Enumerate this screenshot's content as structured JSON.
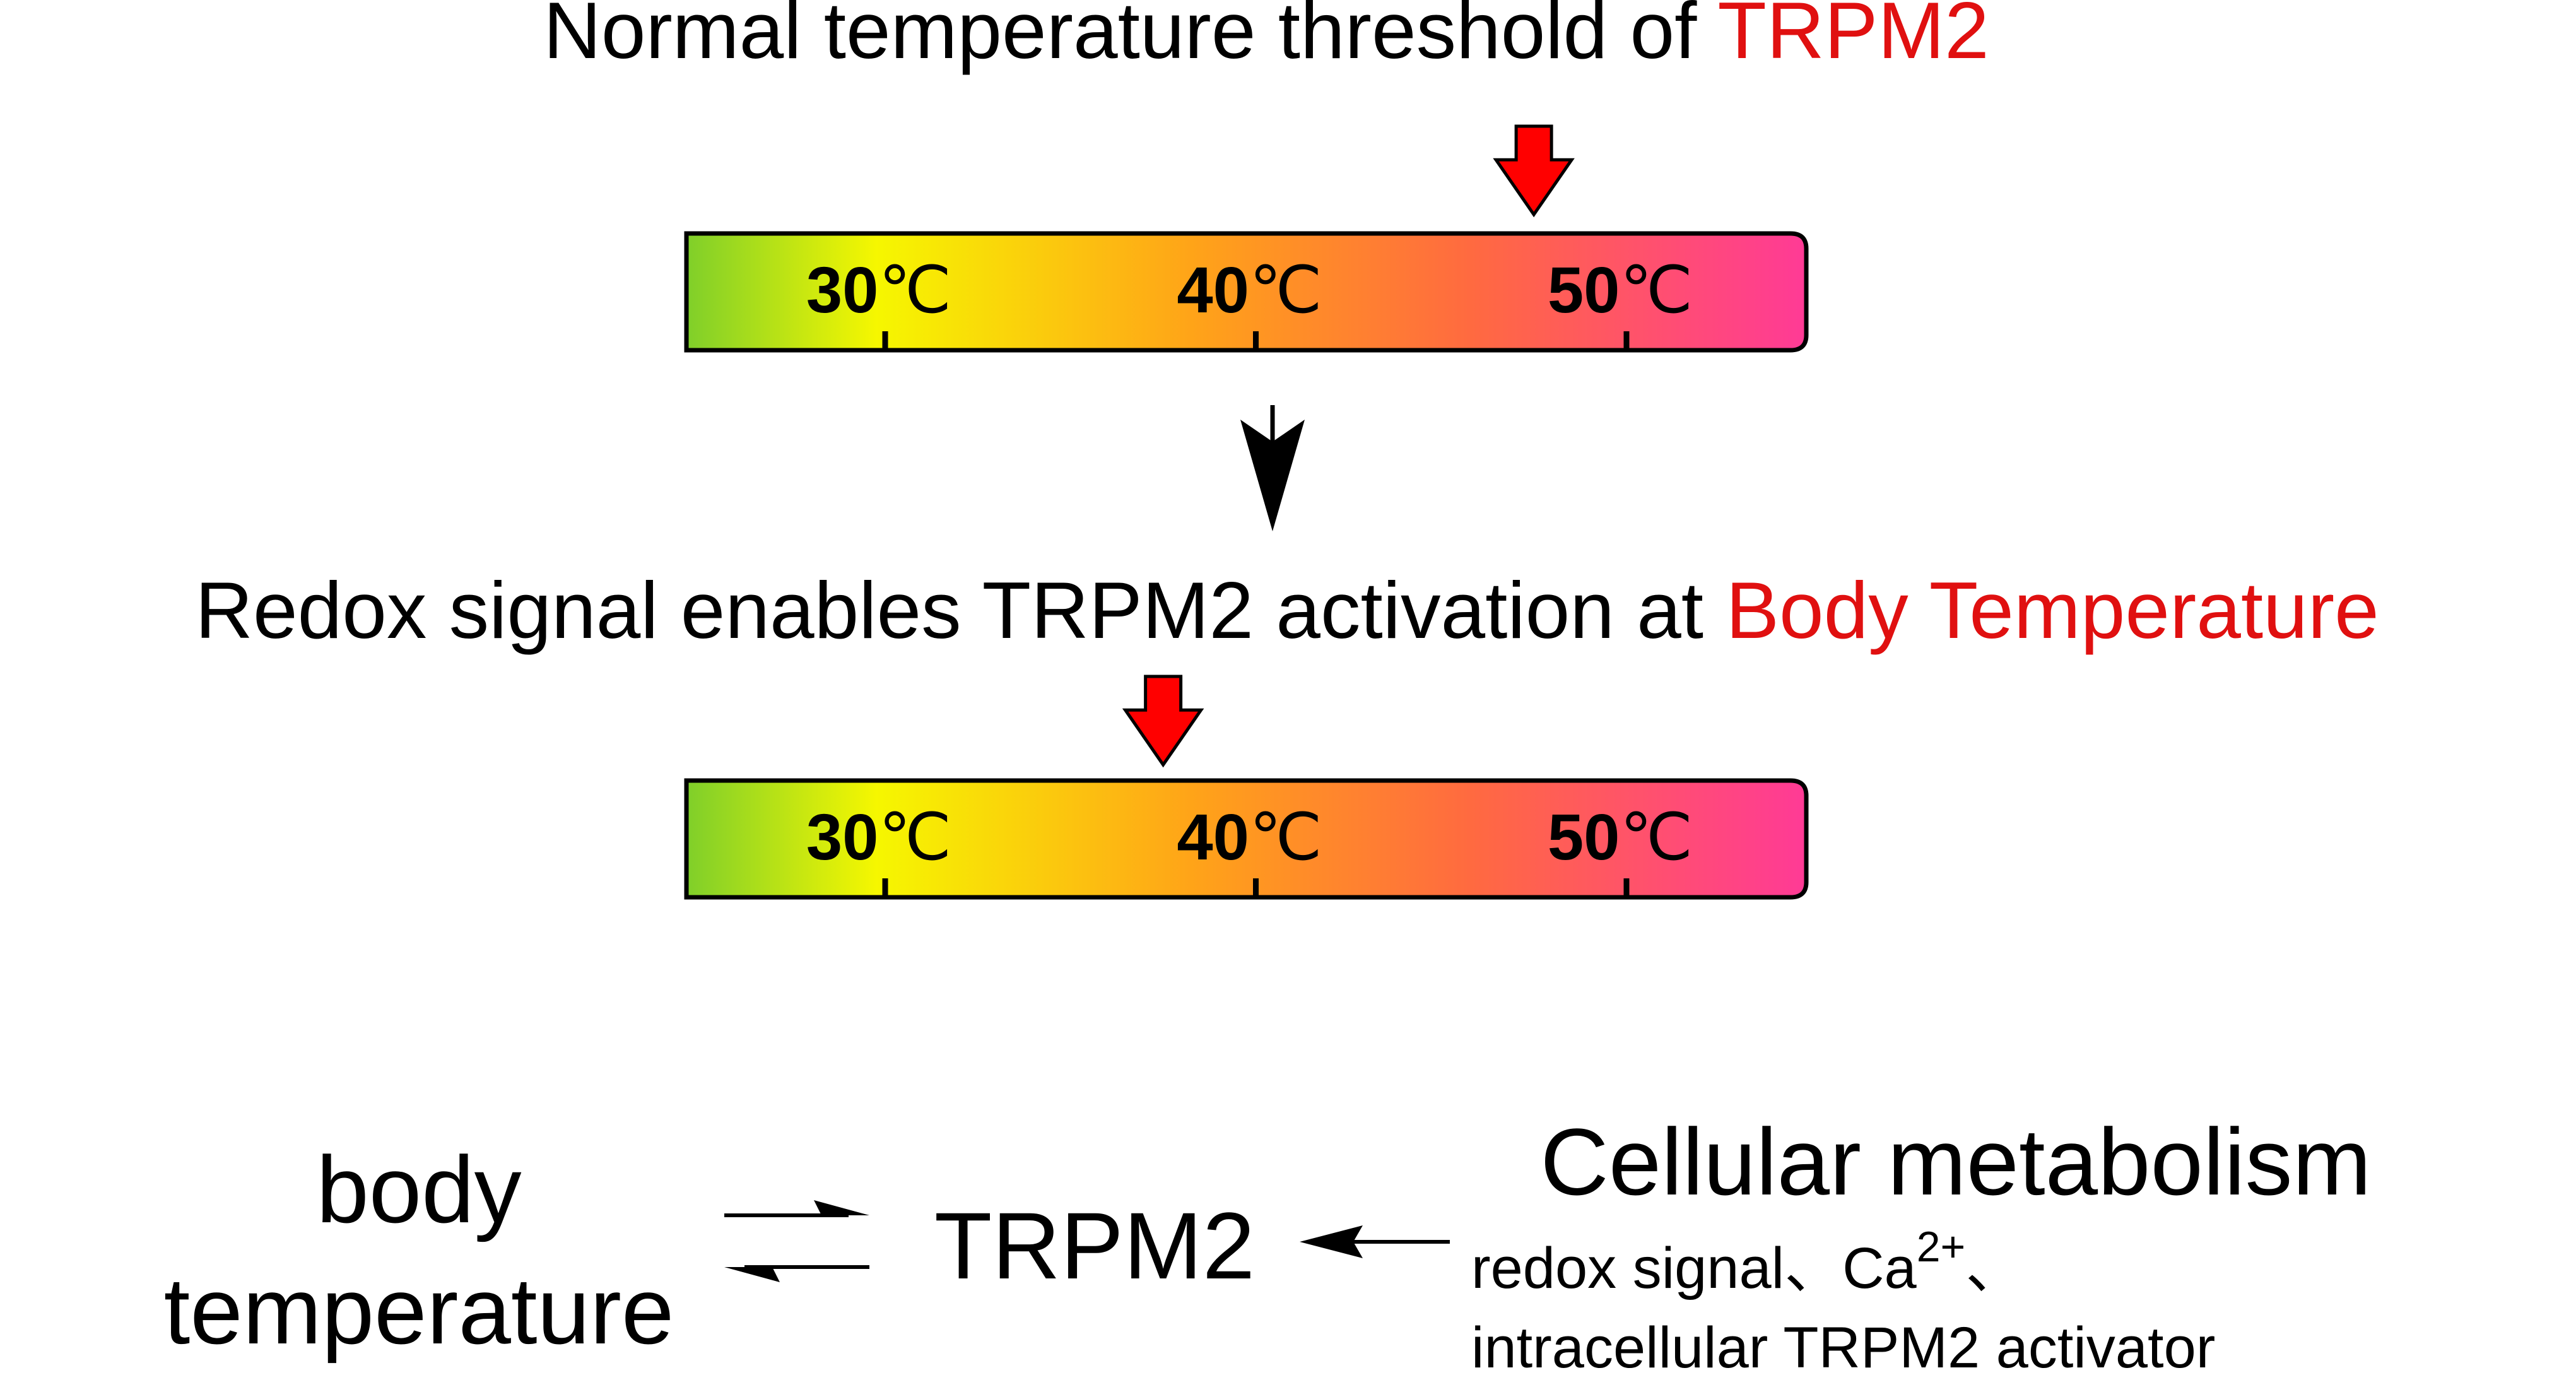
{
  "colors": {
    "highlight": "#e01010",
    "marker_fill": "#ff0000",
    "gradient": [
      "#7fcf2a",
      "#f6f700",
      "#ffa418",
      "#ff6a40",
      "#ff3a96"
    ]
  },
  "top": {
    "title_prefix": "Normal temperature threshold of ",
    "title_highlight": "TRPM2",
    "marker_temperature_c": 47.5
  },
  "bottom_scale": {
    "title_prefix": "Redox signal enables TRPM2 activation at ",
    "title_highlight": "Body Temperature",
    "marker_temperature_c": 37.5
  },
  "scale_ticks": [
    {
      "value": 30,
      "label": "30",
      "unit": "℃"
    },
    {
      "value": 40,
      "label": "40",
      "unit": "℃"
    },
    {
      "value": 50,
      "label": "50",
      "unit": "℃"
    }
  ],
  "scheme": {
    "left_line1": "body",
    "left_line2": "temperature",
    "center": "TRPM2",
    "right_title": "Cellular metabolism",
    "right_line1_a": "redox signal",
    "right_sep": "、",
    "right_line1_b": "Ca",
    "right_line1_sup": "2+",
    "right_line1_c": "、",
    "right_line2": "intracellular TRPM2 activator"
  },
  "icons": [
    "down-arrow-icon",
    "marker-arrow-icon",
    "equilibrium-arrows-icon",
    "left-arrow-icon"
  ]
}
